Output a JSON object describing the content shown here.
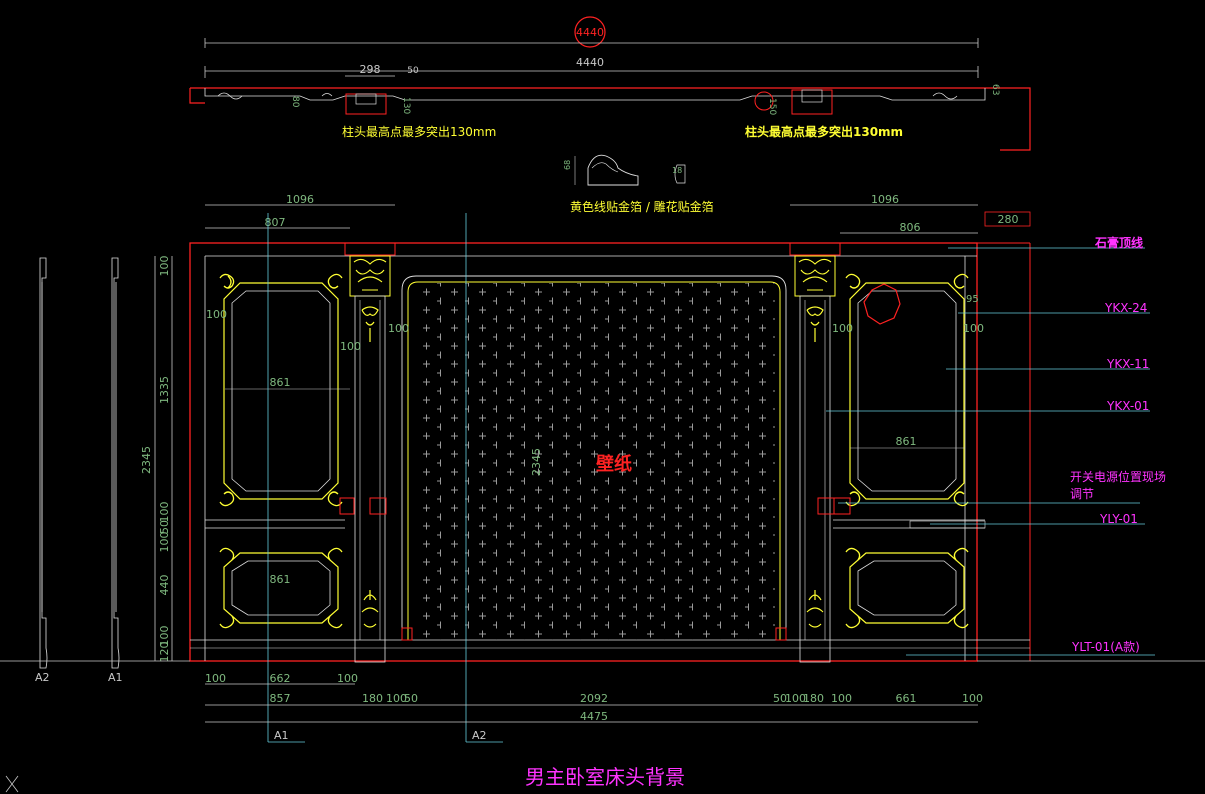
{
  "title": "男主卧室床头背景",
  "center_label": "壁纸",
  "plan": {
    "overall_circled": "4440",
    "overall": "4440",
    "pillar_note_left": "柱头最高点最多突出130mm",
    "pillar_note_right": "柱头最高点最多突出130mm",
    "dim_298": "298",
    "dim_50": "50",
    "dim_130": "130",
    "dim_80": "80",
    "dim_150": "150",
    "dim_63": "63"
  },
  "molding_note": "黄色线贴金箔 / 雕花贴金箔",
  "labels": {
    "crown": "石膏顶线",
    "ykx24": "YKX-24",
    "ykx11": "YKX-11",
    "ykx01": "YKX-01",
    "switch_line1": "开关电源位置现场",
    "switch_line2": "调节",
    "yly01": "YLY-01",
    "ylt01": "YLT-01(A款)"
  },
  "dims_top": {
    "left_1096": "1096",
    "left_807": "807",
    "right_1096": "1096",
    "right_806": "806",
    "right_280": "280",
    "right_95": "95"
  },
  "dims_left": {
    "v100_top": "100",
    "v1335": "1335",
    "v2345": "2345",
    "v100a": "100",
    "v50": "50",
    "v100b": "100",
    "v440": "440",
    "v100c": "100",
    "v120": "120"
  },
  "dims_inside": {
    "l100a": "100",
    "l100b": "100",
    "l100c": "100",
    "l861a": "861",
    "l861b": "861",
    "r100a": "100",
    "r100b": "100",
    "r861": "861",
    "center_2345": "2345"
  },
  "dims_bottom": {
    "r1_100a": "100",
    "r1_662": "662",
    "r1_100b": "100",
    "r2_857": "857",
    "r2_180a": "180",
    "r2_100a": "100",
    "r2_50a": "50",
    "r2_2092": "2092",
    "r2_50b": "50",
    "r2_100b": "100",
    "r2_180b": "180",
    "r2_100c": "100",
    "r2_661": "661",
    "r2_100d": "100",
    "r3_4475": "4475"
  },
  "section_marks": {
    "a2_left": "A2",
    "a1_left": "A1",
    "a1_bottom": "A1",
    "a2_bottom": "A2"
  },
  "colors": {
    "background": "#000000",
    "frame_red": "#ff2222",
    "gold_yellow": "#ffff33",
    "label_magenta": "#ff33ff",
    "dim_green": "#7fb87f",
    "dim_line_gray": "#c8c8c8",
    "leader_cyan": "#66ccdd"
  }
}
